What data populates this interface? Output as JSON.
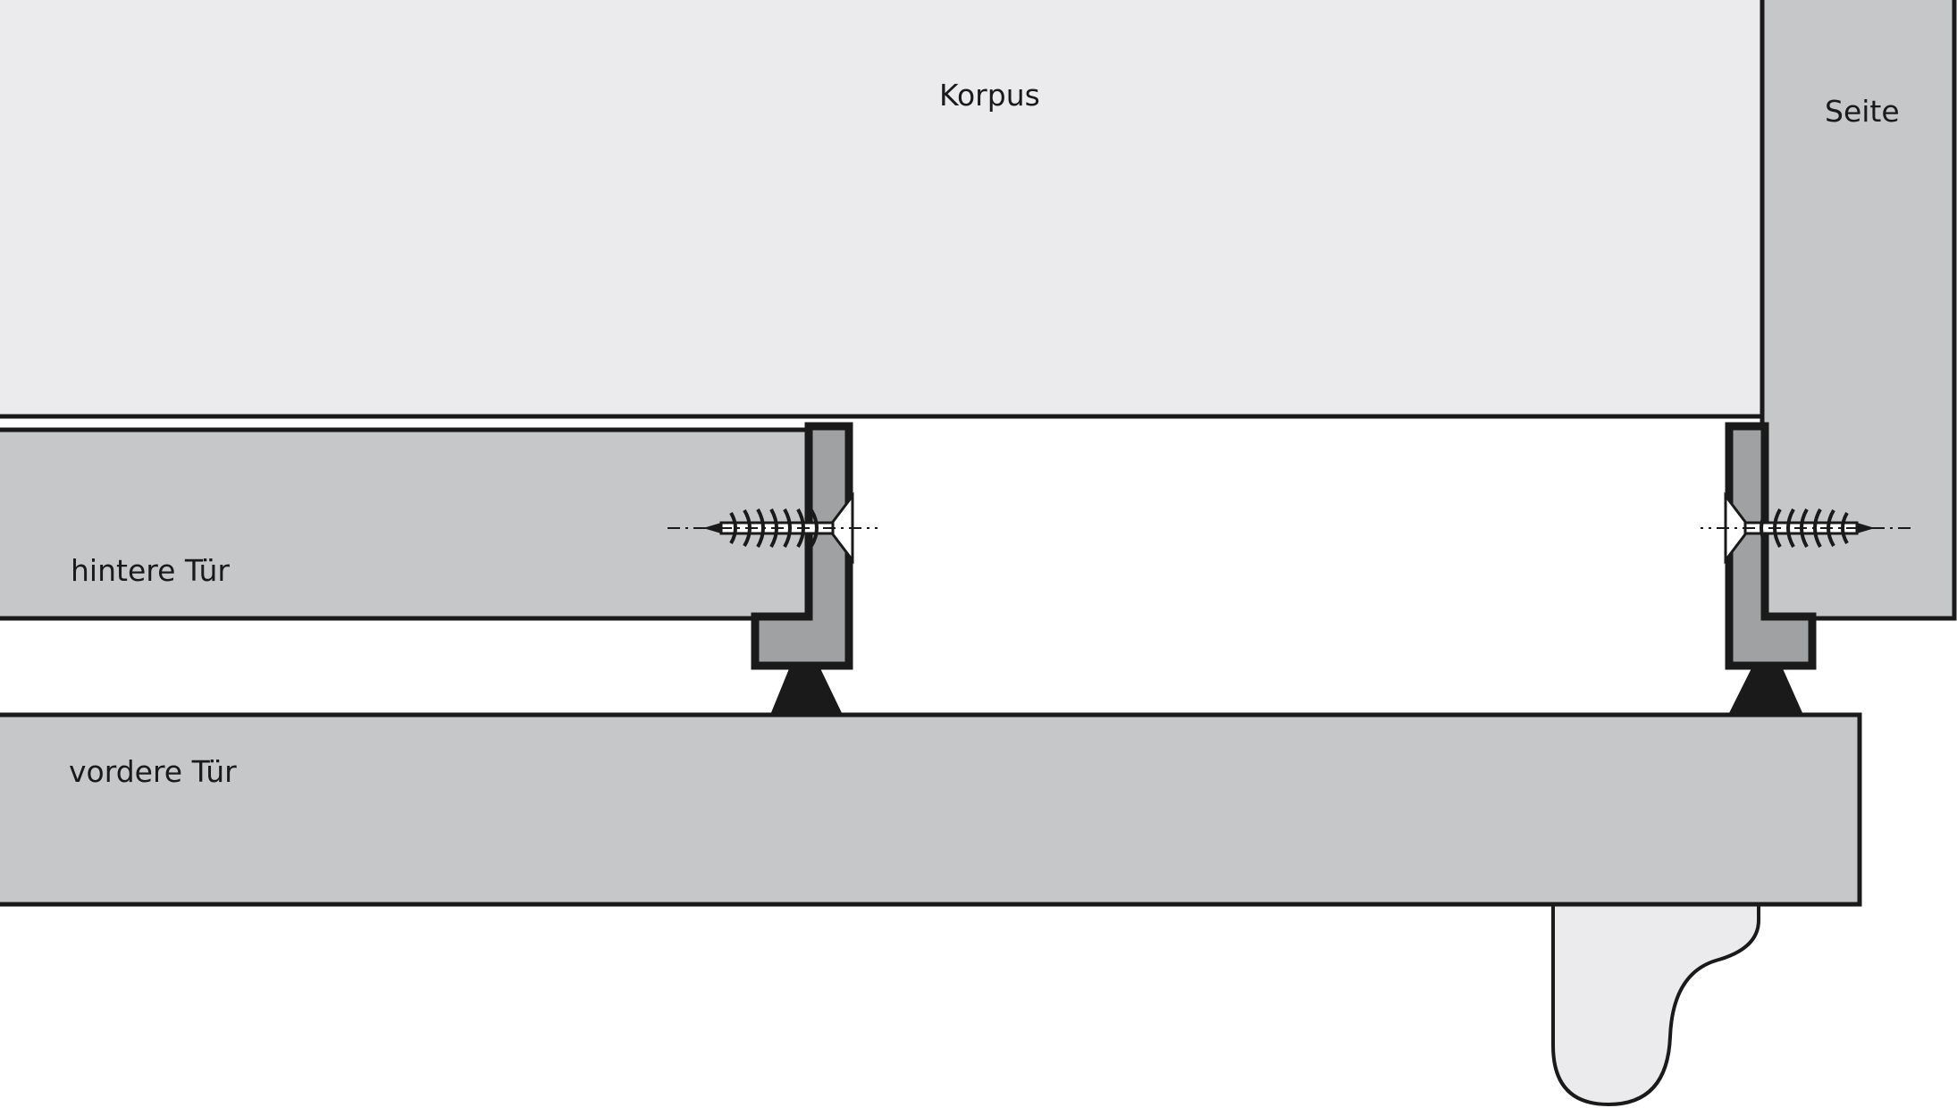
{
  "labels": {
    "korpus": "Korpus",
    "seite": "Seite",
    "hintere_tuer": "hintere Tür",
    "vordere_tuer": "vordere Tür"
  },
  "colors": {
    "korpus_fill": "#ebebed",
    "panel_fill": "#c6c7c9",
    "bracket_fill": "#a0a1a3",
    "outline": "#1a1a1a",
    "handle_fill": "#ebebed",
    "background": "#ffffff"
  }
}
